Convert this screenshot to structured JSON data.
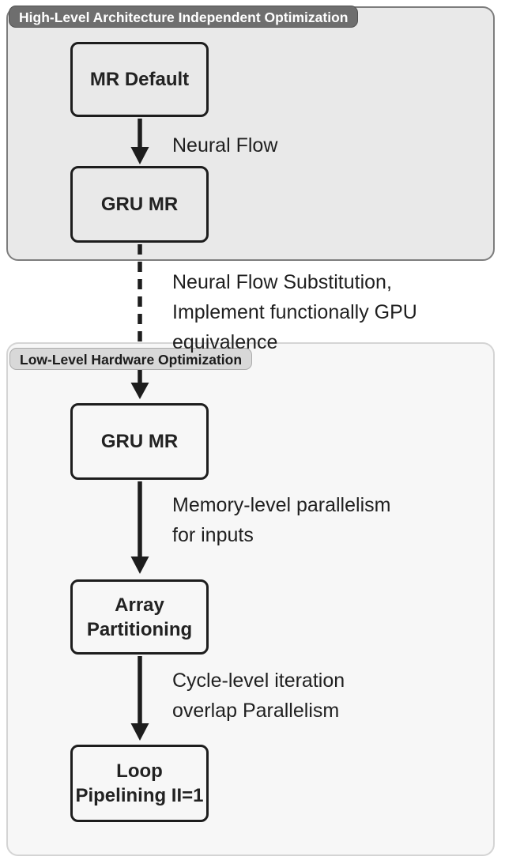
{
  "sections": {
    "high_level": {
      "title": "High-Level Architecture Independent Optimization"
    },
    "low_level": {
      "title": "Low-Level Hardware Optimization"
    }
  },
  "nodes": {
    "mr_default": {
      "label": "MR Default"
    },
    "gru_mr_top": {
      "label": "GRU MR"
    },
    "gru_mr_bottom": {
      "label": "GRU MR"
    },
    "array_partitioning": {
      "line1": "Array",
      "line2": "Partitioning"
    },
    "loop_pipelining": {
      "line1": "Loop",
      "line2": "Pipelining II=1"
    }
  },
  "edges": {
    "neural_flow": {
      "label": "Neural Flow"
    },
    "neural_flow_substitution": {
      "line1": "Neural Flow Substitution,",
      "line2": "Implement functionally GPU",
      "line3": "equivalence"
    },
    "memory_parallelism": {
      "line1": "Memory-level parallelism",
      "line2": "for inputs"
    },
    "cycle_overlap": {
      "line1": "Cycle-level iteration",
      "line2": "overlap Parallelism"
    }
  },
  "colors": {
    "section_high_bg": "#e9e9e9",
    "section_high_border": "#7d7d7d",
    "badge_high_bg": "#6e6e6e",
    "badge_high_text": "#ffffff",
    "section_low_bg": "#f7f7f7",
    "section_low_border": "#d4d4d4",
    "badge_low_bg": "#d8d8d8",
    "badge_low_border": "#ababab",
    "badge_low_text": "#1b1b1b",
    "node_border": "#1d1d1d",
    "arrow": "#1d1d1d",
    "text": "#1f1f1f"
  }
}
